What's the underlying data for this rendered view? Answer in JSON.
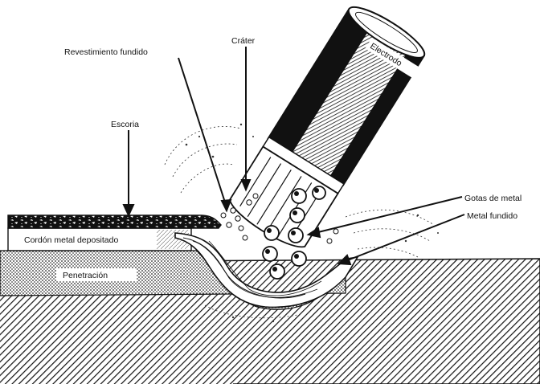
{
  "labels": {
    "revestimiento": "Revestimiento fundido",
    "crater": "Cráter",
    "escoria": "Escoria",
    "electrodo": "Electrodo",
    "gotas": "Gotas de metal",
    "metal_fundido": "Metal fundido",
    "cordon": "Cordón metal depositado",
    "penetracion": "Penetración"
  },
  "colors": {
    "ink": "#111111",
    "paper": "#ffffff"
  }
}
